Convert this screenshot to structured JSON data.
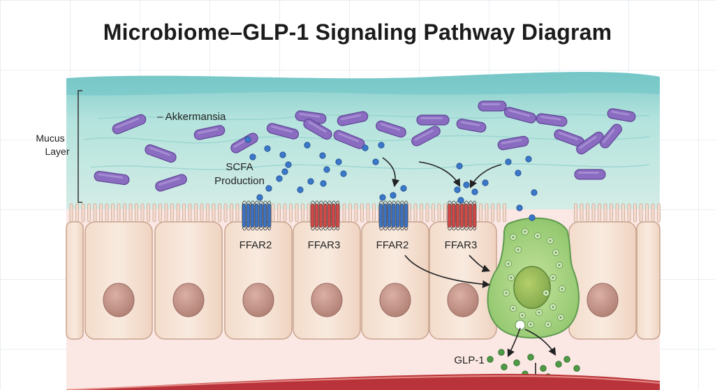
{
  "title": "Microbiome–GLP-1 Signaling Pathway Diagram",
  "labels": {
    "mucus_line1": "Mucus",
    "mucus_line2": "Layer",
    "akkermansia": "– Akkermansia",
    "scfa_line1": "SCFA",
    "scfa_line2": "Production",
    "receptor_1": "FFAR2",
    "receptor_2": "FFAR3",
    "receptor_3": "FFAR2",
    "receptor_4": "FFAR3",
    "glp1": "GLP-1"
  },
  "colors": {
    "mucus": "#a9dcd9",
    "bacteria": "#8a6cc0",
    "scfa_dot": "#3b78c9",
    "ffar2": "#3d73c2",
    "ffar3": "#d24a48",
    "epithelial": "#f6e3d3",
    "nucleus": "#c7978c",
    "l_cell": "#a7d27f",
    "glp1_dot": "#4e9a45",
    "blood_vessel": "#b9343a"
  }
}
